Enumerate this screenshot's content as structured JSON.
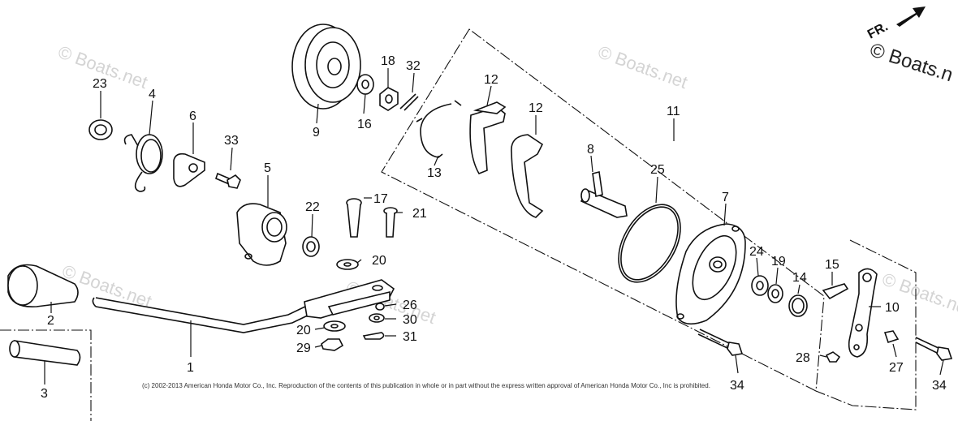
{
  "callouts": [
    "1",
    "2",
    "3",
    "4",
    "5",
    "6",
    "7",
    "8",
    "9",
    "10",
    "11",
    "12",
    "12",
    "13",
    "14",
    "15",
    "16",
    "17",
    "18",
    "19",
    "20",
    "20",
    "21",
    "22",
    "23",
    "24",
    "25",
    "26",
    "27",
    "28",
    "29",
    "30",
    "31",
    "32",
    "33",
    "34",
    "34"
  ],
  "watermarks": [
    "© Boats.net",
    "© Boats.net",
    "© Boats.net",
    "© Boats.net",
    "© Boats.net"
  ],
  "corner_watermark": "© Boats.n",
  "direction_label": "FR.",
  "copyright": "(c) 2002-2013 American Honda Motor Co., Inc. Reproduction of the contents of this publication in whole or in part without the express written approval of American Honda Motor Co., Inc is prohibited.",
  "colors": {
    "ink": "#111111",
    "watermark": "#d4d4d4",
    "background": "#ffffff"
  }
}
